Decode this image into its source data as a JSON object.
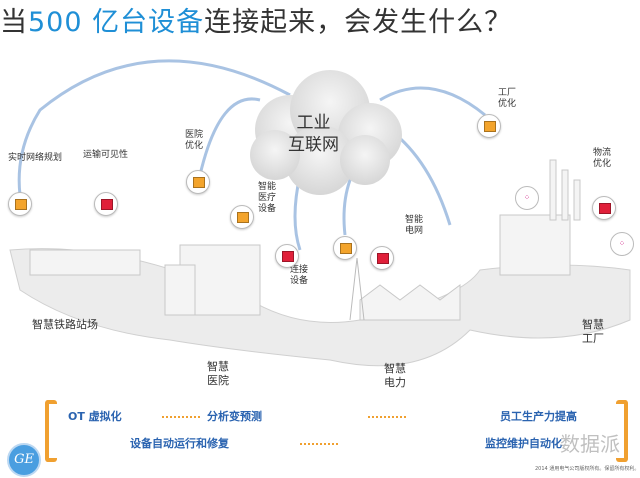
{
  "title": {
    "pre": "当",
    "highlight": "500 亿台设备",
    "post": "连接起来，会发生什么？"
  },
  "cloud": {
    "line1": "工业",
    "line2": "互联网"
  },
  "labels": {
    "realtime": "实时网络规划",
    "transport": "运输可见性",
    "hospital_opt": "医院优化",
    "smart_medical": "智能医疗设备",
    "connected": "连接设备",
    "smart_grid": "智能电网",
    "factory_opt": "工厂优化",
    "logistics": "物流优化"
  },
  "areas": {
    "rail": "智慧铁路站场",
    "hospital": "智慧医院",
    "power": "智慧电力",
    "factory": "智慧工厂"
  },
  "bottom": {
    "ot": "OT 虚拟化",
    "analysis": "分析变预测",
    "productivity": "员工生产力提高",
    "auto_repair": "设备自动运行和修复",
    "monitor": "监控维护自动化"
  },
  "watermark": "数据派",
  "copyright": "2014 通用电气公司版权所有。保留所有权利。",
  "logo": "GE",
  "colors": {
    "accent": "#1f8fd6",
    "bracket": "#f0a030",
    "orange": "#f3a42c",
    "red": "#e0203a"
  }
}
